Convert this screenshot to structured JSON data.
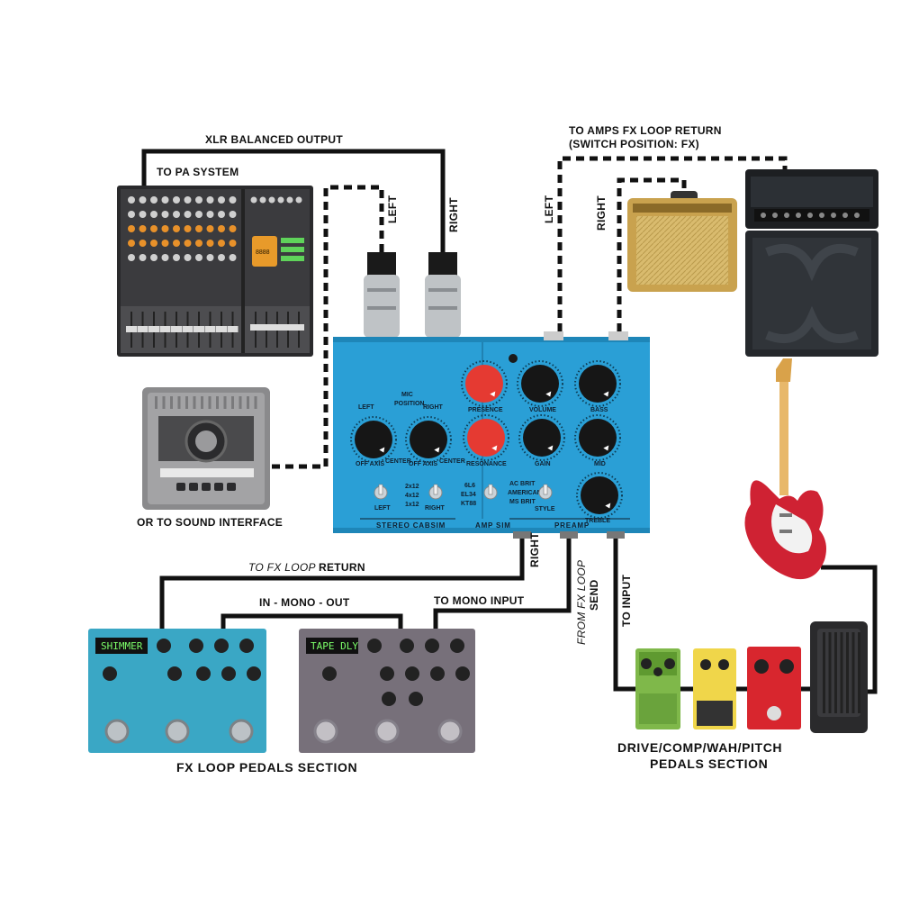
{
  "labels": {
    "xlr_balanced_output": "XLR BALANCED OUTPUT",
    "to_pa_system": "TO PA SYSTEM",
    "left_top": "LEFT",
    "right_top": "RIGHT",
    "to_amps_fx_loop_return": "TO AMPS FX LOOP RETURN",
    "switch_position": "(SWITCH POSITION: FX)",
    "left_amp": "LEFT",
    "right_amp": "RIGHT",
    "or_to_sound_interface": "OR TO SOUND INTERFACE",
    "to_fx_loop": "TO FX LOOP",
    "return_word": "RETURN",
    "right_send": "RIGHT",
    "from_fx_loop": "FROM FX LOOP",
    "send_word": "SEND",
    "to_input": "TO INPUT",
    "in_mono_out": "IN - MONO - OUT",
    "to_mono_input": "TO MONO INPUT",
    "fx_loop_pedals_section": "FX LOOP PEDALS SECTION",
    "drive_section_line1": "DRIVE/COMP/WAH/PITCH",
    "drive_section_line2": "PEDALS SECTION"
  },
  "device": {
    "mic_position": "MIC",
    "position": "POSITION",
    "left": "LEFT",
    "right": "RIGHT",
    "off_axis_l": "OFF AXIS",
    "center_l": "CENTER",
    "off_axis_r": "OFF AXIS",
    "center_r": "CENTER",
    "presence": "PRESENCE",
    "resonance": "RESONANCE",
    "volume": "VOLUME",
    "gain": "GAIN",
    "bass": "BASS",
    "mid": "MID",
    "treble": "TREBLE",
    "cab_2x12": "2x12",
    "cab_4x12": "4x12",
    "cab_1x12": "1x12",
    "sw_left": "LEFT",
    "sw_right": "RIGHT",
    "amp_el6": "6L6",
    "amp_el34": "EL34",
    "amp_kt88": "KT88",
    "style_ac": "AC BRIT",
    "style_am": "AMERICAN",
    "style_ms": "MS BRIT",
    "style": "STYLE",
    "stereo_cabsim": "STEREO CABSIM",
    "amp_sim": "AMP SIM",
    "preamp": "PREAMP"
  },
  "pedals": {
    "shimmer": "SHIMMER",
    "tape_dly": "TAPE DLY"
  },
  "mixer": {
    "display": "8888"
  },
  "colors": {
    "device_blue": "#2a9fd6",
    "knob_red": "#e53a32",
    "cable": "#111111",
    "shimmer_teal": "#3aa7c5",
    "tape_gray": "#77707a",
    "amp_tan": "#e2c57a",
    "guitar_red": "#cf2233"
  },
  "icons": {
    "mixer": "mixing-console-icon",
    "interface": "audio-interface-icon",
    "combo_amp": "combo-amp-icon",
    "stack_amp": "amp-stack-icon",
    "guitar": "electric-guitar-icon",
    "wah": "wah-pedal-icon",
    "xlr": "xlr-connector-icon"
  }
}
